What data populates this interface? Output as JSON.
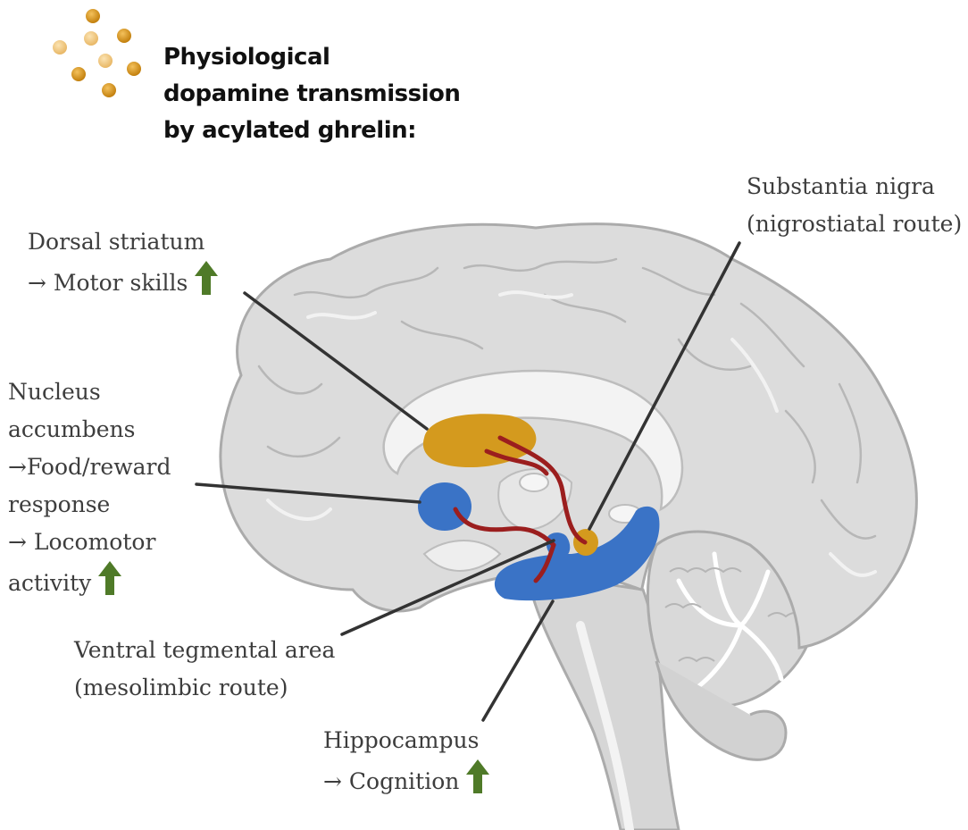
{
  "title_lines": [
    "Physiological",
    "dopamine transmission",
    "by acylated ghrelin:"
  ],
  "labels": {
    "dorsal_striatum": [
      "Dorsal striatum",
      "→  Motor skills"
    ],
    "nucleus_accumbens": [
      "Nucleus",
      "accumbens",
      "→Food/reward",
      "response",
      "→  Locomotor",
      "activity"
    ],
    "substantia_nigra": [
      "Substantia nigra",
      "(nigrostiatal route)"
    ],
    "vta": [
      "Ventral tegmental area",
      "(mesolimbic route)"
    ],
    "hippocampus": [
      "Hippocampus",
      "→  Cognition"
    ]
  },
  "colors": {
    "dopamine_dots": "#c8860f",
    "dopamine_dots_light": "#f0c070",
    "striatum_region": "#d49a1e",
    "accumbens_region": "#3a73c6",
    "hippocampus_region": "#3a73c6",
    "dopamine_pathway": "#9b1e1e",
    "brain_fill": "#dcdcdc",
    "brain_outline": "#ababab",
    "increase_arrow": "#4f7a28"
  },
  "icons": {
    "increase": "green-up-arrow-icon",
    "molecules": "dopamine-molecule-icon"
  }
}
